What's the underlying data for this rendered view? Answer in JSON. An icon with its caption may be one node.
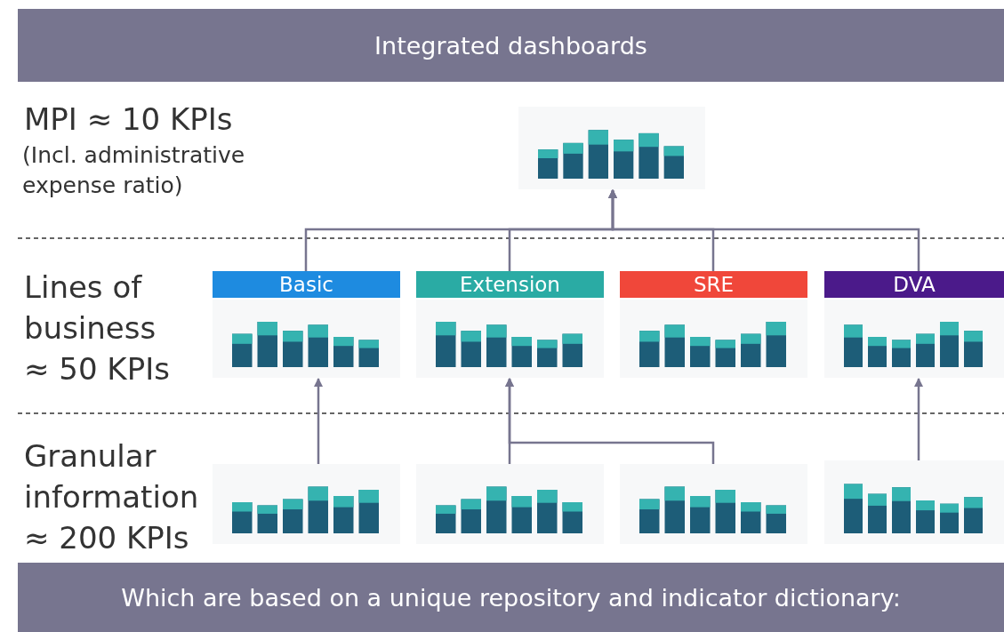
{
  "diagram": {
    "title": "Integrated dashboards",
    "caption": "Which are based on a unique repository and indicator dictionary:",
    "nodes": [
      {
        "text": [],
        "shape": "picture"
      },
      {
        "text": [
          "Basic"
        ]
      },
      {
        "text": [
          "Extension"
        ]
      },
      {
        "text": [
          "SRE"
        ]
      },
      {
        "text": [
          "DVA"
        ]
      },
      {
        "text": [],
        "shape": "picture"
      },
      {
        "text": [],
        "shape": "picture"
      },
      {
        "text": [],
        "shape": "picture"
      },
      {
        "text": [],
        "shape": "picture"
      }
    ],
    "edges": [
      {
        "from": 1,
        "to": 0,
        "arrow": "to"
      },
      {
        "from": 2,
        "to": 0,
        "arrow": "to"
      },
      {
        "from": 3,
        "to": 0,
        "arrow": "to"
      },
      {
        "from": 4,
        "to": 0,
        "arrow": "to"
      },
      {
        "from": 5,
        "to": 1,
        "arrow": "to"
      },
      {
        "from": 6,
        "to": 2,
        "arrow": "to"
      },
      {
        "from": 7,
        "to": 2,
        "arrow": "to"
      },
      {
        "from": 8,
        "to": 4,
        "arrow": "to"
      }
    ],
    "labels": [
      "MPI ≈ 10 KPIs",
      "(Incl. administrative expense ratio)",
      "Lines of business ≈ 50 KPIs",
      "Granular information ≈ 200 KPIs"
    ]
  }
}
